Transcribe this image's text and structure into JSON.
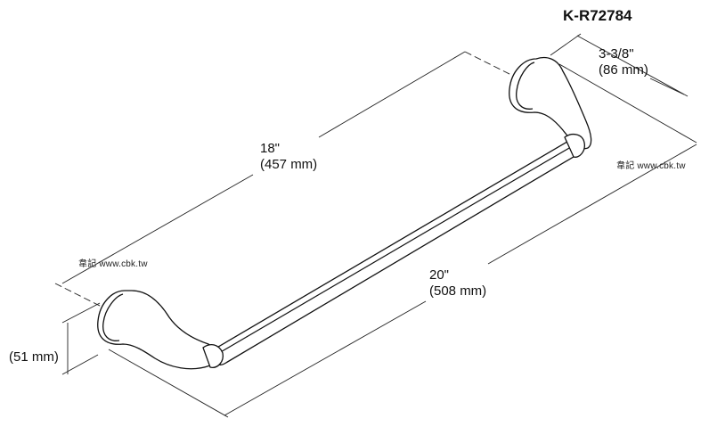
{
  "model": "K-R72784",
  "dimensions": {
    "depth_in": "3-3/8\"",
    "depth_mm": "(86 mm)",
    "center_in": "18\"",
    "center_mm": "(457 mm)",
    "overall_in": "20\"",
    "overall_mm": "(508 mm)",
    "height_mm": "(51 mm)"
  },
  "watermark": "韋記 www.cbk.tw"
}
